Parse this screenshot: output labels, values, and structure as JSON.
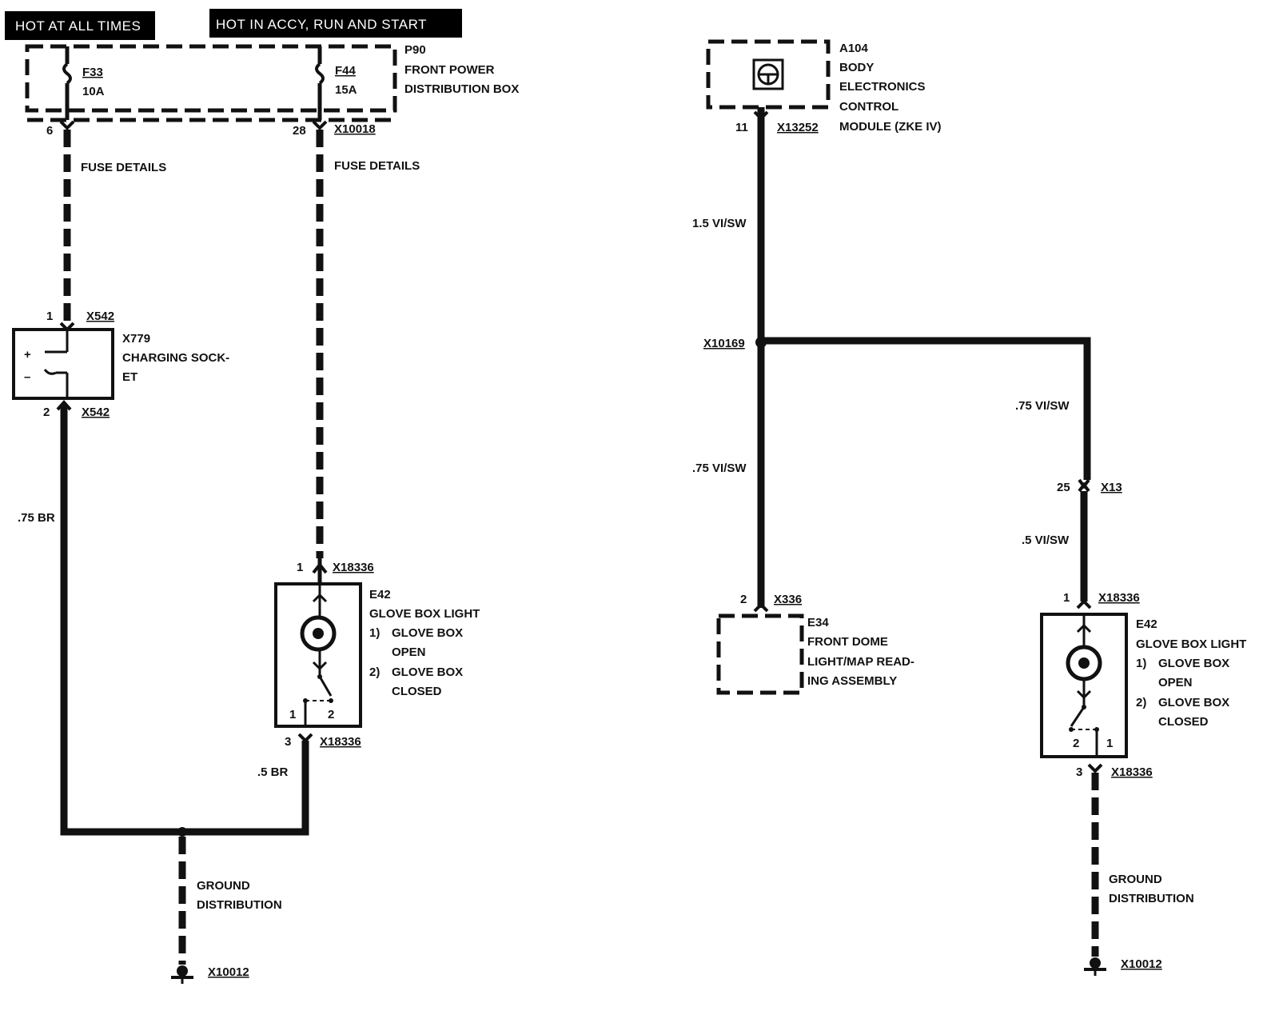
{
  "headers": {
    "hot_at_all_times": "HOT AT ALL TIMES",
    "hot_in_accy": "HOT IN ACCY, RUN AND START"
  },
  "fuse_box": {
    "ref": "P90",
    "name_line1": "FRONT POWER",
    "name_line2": "DISTRIBUTION BOX",
    "fuse1_name": "F33",
    "fuse1_rating": "10A",
    "fuse2_name": "F44",
    "fuse2_rating": "15A",
    "pin_left": "6",
    "pin_right": "28",
    "connector": "X10018",
    "fuse_details_left": "FUSE DETAILS",
    "fuse_details_right": "FUSE DETAILS"
  },
  "charging_socket": {
    "pin_top": "1",
    "connector_top": "X542",
    "ref": "X779",
    "name_line1": "CHARGING SOCK-",
    "name_line2": "ET",
    "plus": "+",
    "minus": "–",
    "pin_bottom": "2",
    "connector_bottom": "X542",
    "wire": ".75 BR"
  },
  "glove_left": {
    "pin_top": "1",
    "connector_top": "X18336",
    "ref": "E42",
    "name": "GLOVE BOX LIGHT",
    "note1_num": "1)",
    "note1_line1": "GLOVE BOX",
    "note1_line2": "OPEN",
    "note2_num": "2)",
    "note2_line1": "GLOVE BOX",
    "note2_line2": "CLOSED",
    "switch_pos1": "1",
    "switch_pos2": "2",
    "pin_bottom": "3",
    "connector_bottom": "X18336",
    "wire": ".5 BR"
  },
  "ground_left": {
    "label_line1": "GROUND",
    "label_line2": "DISTRIBUTION",
    "connector": "X10012"
  },
  "zke": {
    "ref": "A104",
    "name_line1": "BODY",
    "name_line2": "ELECTRONICS",
    "name_line3": "CONTROL",
    "name_line4": "MODULE (ZKE IV)",
    "pin": "11",
    "connector": "X13252",
    "wire": "1.5 VI/SW"
  },
  "splice": {
    "ref": "X10169",
    "wire_left": ".75 VI/SW",
    "wire_right": ".75 VI/SW"
  },
  "connector_x13": {
    "pin": "25",
    "ref": "X13",
    "wire_below": ".5 VI/SW"
  },
  "dome": {
    "pin": "2",
    "connector": "X336",
    "ref": "E34",
    "name_line1": "FRONT DOME",
    "name_line2": "LIGHT/MAP READ-",
    "name_line3": "ING ASSEMBLY"
  },
  "glove_right": {
    "pin_top": "1",
    "connector_top": "X18336",
    "ref": "E42",
    "name": "GLOVE BOX LIGHT",
    "note1_num": "1)",
    "note1_line1": "GLOVE BOX",
    "note1_line2": "OPEN",
    "note2_num": "2)",
    "note2_line1": "GLOVE BOX",
    "note2_line2": "CLOSED",
    "switch_pos1": "1",
    "switch_pos2": "2",
    "pin_bottom": "3",
    "connector_bottom": "X18336"
  },
  "ground_right": {
    "label_line1": "GROUND",
    "label_line2": "DISTRIBUTION",
    "connector": "X10012"
  }
}
